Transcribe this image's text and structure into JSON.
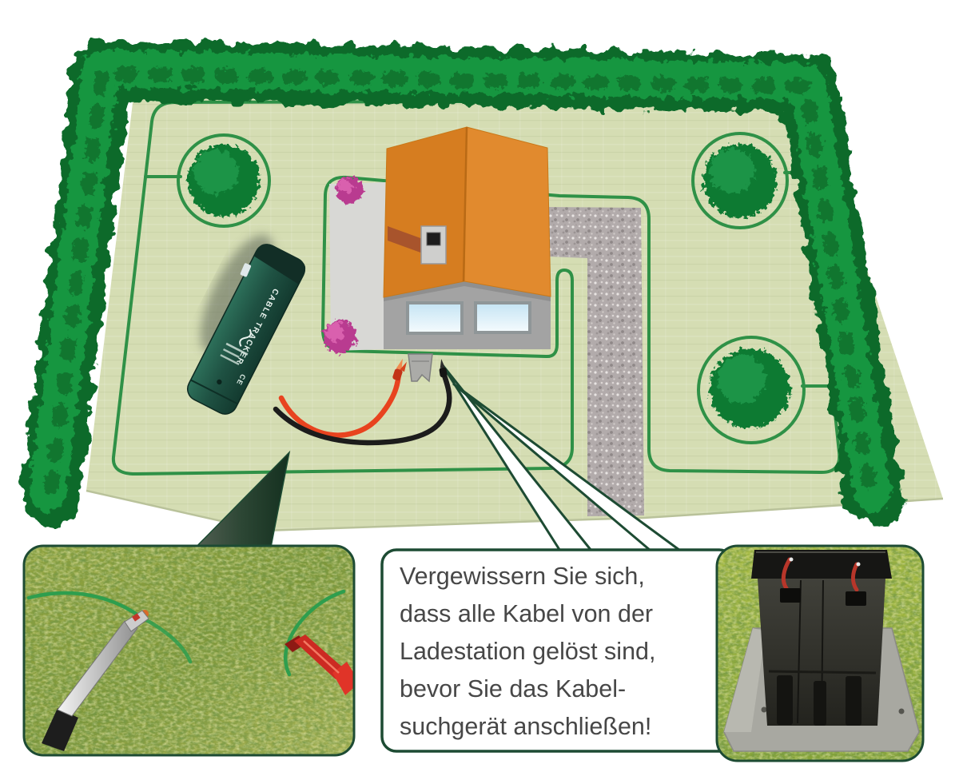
{
  "scene": {
    "bubble": {
      "lines": [
        "Vergewissern Sie sich,",
        "dass alle Kabel von der",
        "Ladestation gelöst sind,",
        "bevor Sie das Kabel-",
        "suchgerät anschließen!"
      ]
    },
    "device": {
      "label": "CABLE TRACKER",
      "ce": "CE"
    },
    "colors": {
      "lawn": "#d5ddb3",
      "hedge_dark": "#0d6b2b",
      "hedge_light": "#169640",
      "wire": "#2f9147",
      "roof_left": "#d67d20",
      "roof_right": "#e18a2e",
      "facade": "#a3a3a3",
      "gravel": "#b2abab",
      "patio": "#d8d8d5",
      "pink_bush": "#c2439a",
      "device_green": "#1f5243",
      "cable_red": "#e8431f",
      "cable_black": "#1c1c1c",
      "border_green": "#1d4b33",
      "bubble_text": "#474747"
    }
  }
}
